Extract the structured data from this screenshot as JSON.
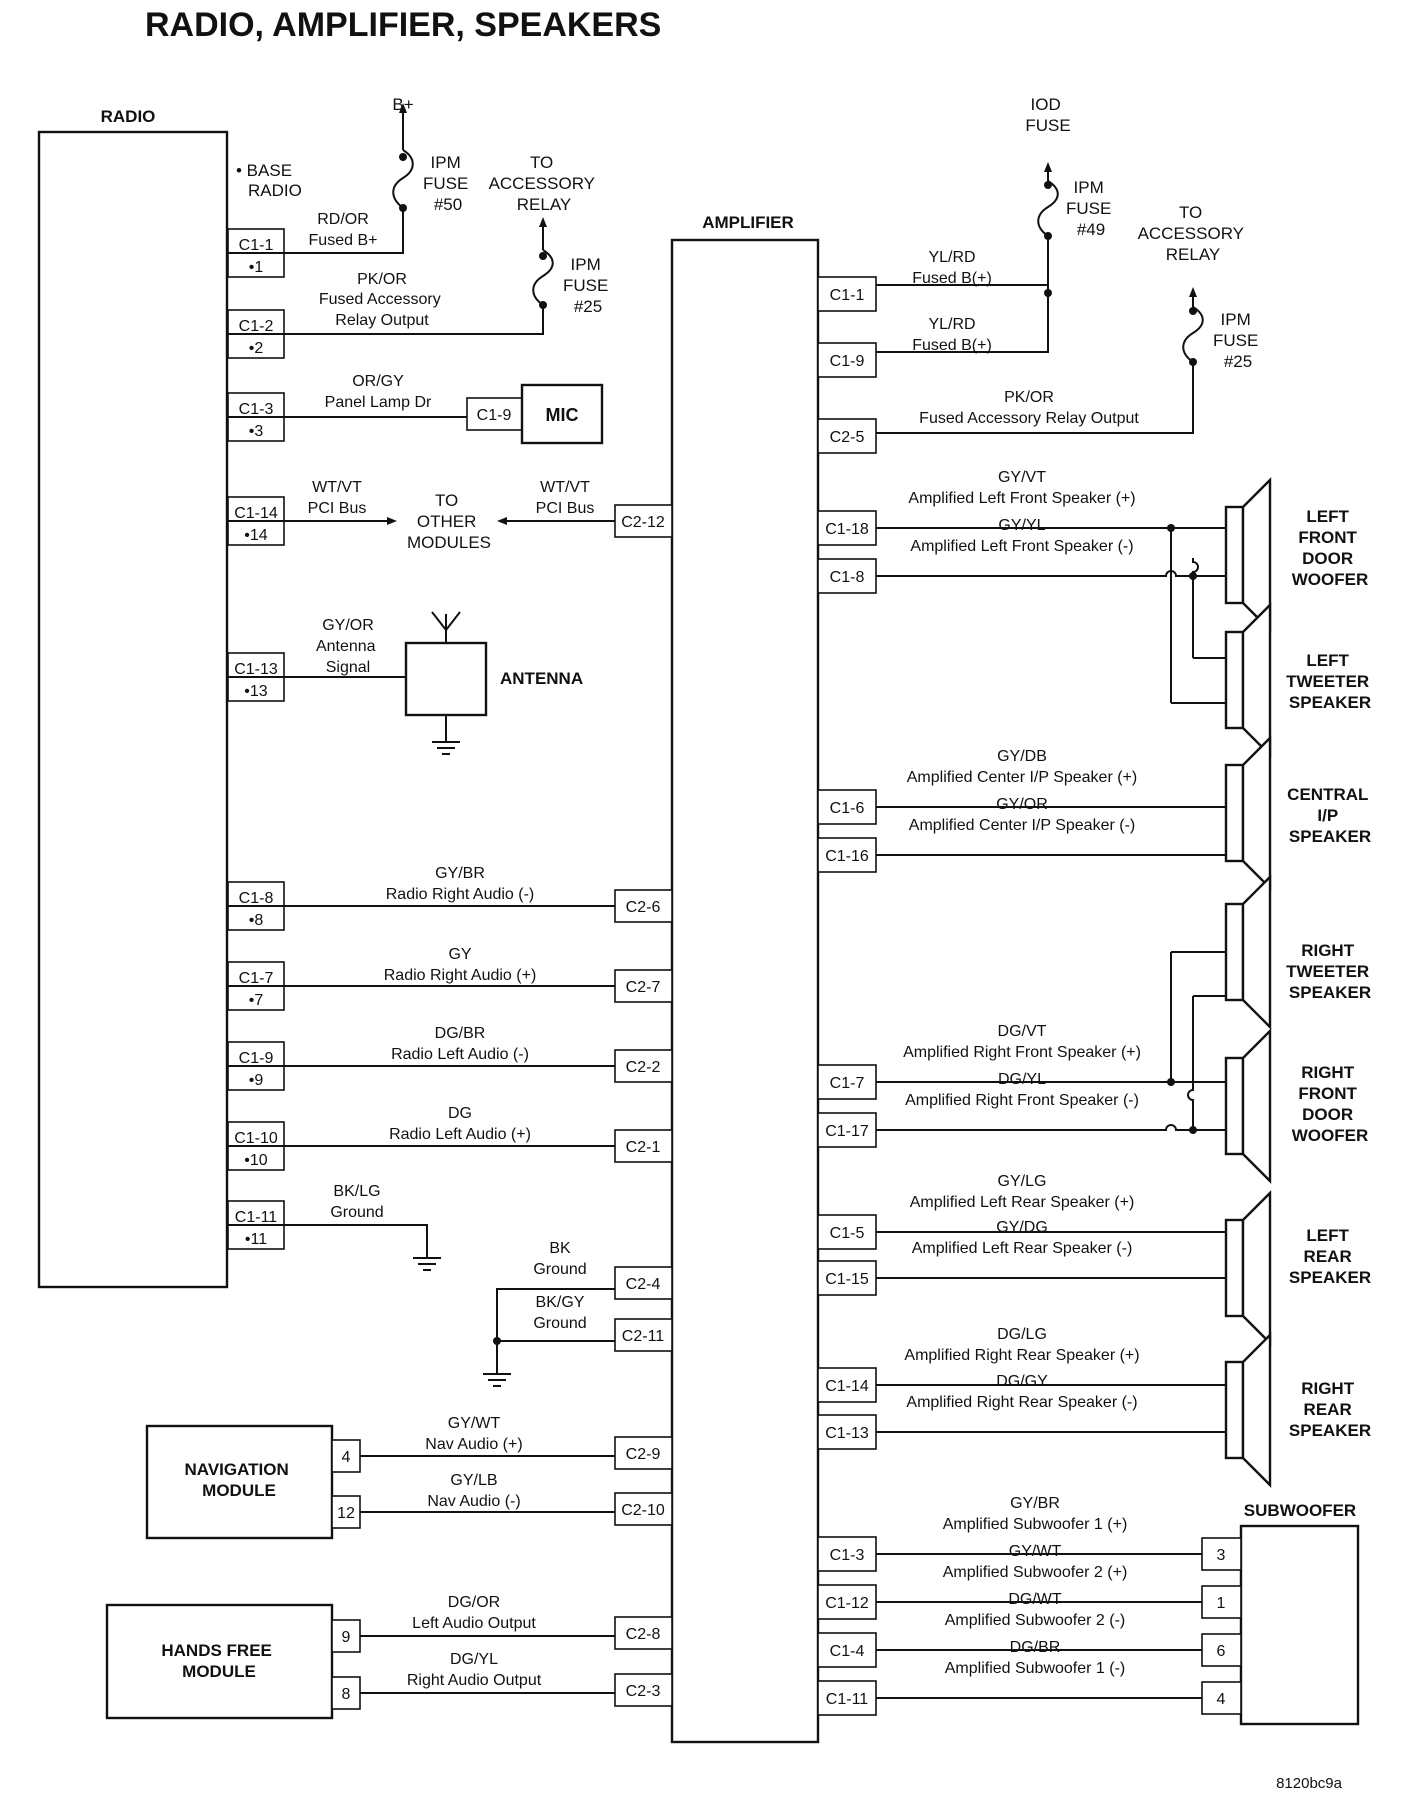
{
  "title": "RADIO, AMPLIFIER, SPEAKERS",
  "figure_id": "8120bc9a",
  "components": {
    "radio": "RADIO",
    "base_radio": [
      "• BASE",
      "RADIO"
    ],
    "amplifier": "AMPLIFIER",
    "mic": "MIC",
    "antenna": "ANTENNA",
    "navigation_module": [
      "NAVIGATION",
      "MODULE"
    ],
    "hands_free_module": [
      "HANDS FREE",
      "MODULE"
    ],
    "subwoofer": "SUBWOOFER",
    "to_other_modules": [
      "TO",
      "OTHER",
      "MODULES"
    ],
    "b_plus": "B+",
    "iod_fuse": [
      "IOD",
      "FUSE"
    ],
    "ipm_fuse_50": [
      "IPM",
      "FUSE",
      "#50"
    ],
    "ipm_fuse_25_left": [
      "IPM",
      "FUSE",
      "#25"
    ],
    "ipm_fuse_49": [
      "IPM",
      "FUSE",
      "#49"
    ],
    "ipm_fuse_25_right": [
      "IPM",
      "FUSE",
      "#25"
    ],
    "to_accessory_relay_left": [
      "TO",
      "ACCESSORY",
      "RELAY"
    ],
    "to_accessory_relay_right": [
      "TO",
      "ACCESSORY",
      "RELAY"
    ]
  },
  "speakers": [
    {
      "id": "lf-woofer",
      "label": [
        "LEFT",
        "FRONT",
        "DOOR",
        "WOOFER"
      ]
    },
    {
      "id": "l-tweeter",
      "label": [
        "LEFT",
        "TWEETER",
        "SPEAKER"
      ]
    },
    {
      "id": "center",
      "label": [
        "CENTRAL",
        "I/P",
        "SPEAKER"
      ]
    },
    {
      "id": "r-tweeter",
      "label": [
        "RIGHT",
        "TWEETER",
        "SPEAKER"
      ]
    },
    {
      "id": "rf-woofer",
      "label": [
        "RIGHT",
        "FRONT",
        "DOOR",
        "WOOFER"
      ]
    },
    {
      "id": "l-rear",
      "label": [
        "LEFT",
        "REAR",
        "SPEAKER"
      ]
    },
    {
      "id": "r-rear",
      "label": [
        "RIGHT",
        "REAR",
        "SPEAKER"
      ]
    }
  ],
  "radio_circuits": [
    {
      "pin": "C1-1",
      "sub": "•1",
      "color": "RD/OR",
      "desc": "Fused B+"
    },
    {
      "pin": "C1-2",
      "sub": "•2",
      "color": "PK/OR",
      "desc": [
        "Fused Accessory",
        "Relay Output"
      ]
    },
    {
      "pin": "C1-3",
      "sub": "•3",
      "color": "OR/GY",
      "desc": "Panel Lamp Dr",
      "mic_pin": "C1-9"
    },
    {
      "pin": "C1-14",
      "sub": "•14",
      "color": "WT/VT",
      "desc": "PCI Bus"
    },
    {
      "pin": "C1-13",
      "sub": "•13",
      "color": "GY/OR",
      "desc": [
        "Antenna",
        "Signal"
      ]
    },
    {
      "pin": "C1-8",
      "sub": "•8",
      "color": "GY/BR",
      "desc": "Radio Right Audio (-)",
      "amp_pin": "C2-6"
    },
    {
      "pin": "C1-7",
      "sub": "•7",
      "color": "GY",
      "desc": "Radio Right Audio (+)",
      "amp_pin": "C2-7"
    },
    {
      "pin": "C1-9",
      "sub": "•9",
      "color": "DG/BR",
      "desc": "Radio Left Audio (-)",
      "amp_pin": "C2-2"
    },
    {
      "pin": "C1-10",
      "sub": "•10",
      "color": "DG",
      "desc": "Radio Left Audio (+)",
      "amp_pin": "C2-1"
    },
    {
      "pin": "C1-11",
      "sub": "•11",
      "color": "BK/LG",
      "desc": "Ground"
    }
  ],
  "amp_left_circuits": [
    {
      "pin": "C2-12",
      "color": "WT/VT",
      "desc": "PCI Bus"
    },
    {
      "pin": "C2-4",
      "color": "BK",
      "desc": "Ground"
    },
    {
      "pin": "C2-11",
      "color": "BK/GY",
      "desc": "Ground"
    },
    {
      "pin": "C2-9",
      "color": "GY/WT",
      "desc": "Nav Audio (+)",
      "module_pin": "4"
    },
    {
      "pin": "C2-10",
      "color": "GY/LB",
      "desc": "Nav Audio (-)",
      "module_pin": "12"
    },
    {
      "pin": "C2-8",
      "color": "DG/OR",
      "desc": "Left Audio Output",
      "module_pin": "9"
    },
    {
      "pin": "C2-3",
      "color": "DG/YL",
      "desc": "Right Audio Output",
      "module_pin": "8"
    }
  ],
  "amp_right_circuits": [
    {
      "pin": "C1-1",
      "color": "YL/RD",
      "desc": "Fused B(+)"
    },
    {
      "pin": "C1-9",
      "color": "YL/RD",
      "desc": "Fused B(+)"
    },
    {
      "pin": "C2-5",
      "color": "PK/OR",
      "desc": "Fused Accessory Relay Output"
    },
    {
      "pin": "C1-18",
      "color": "GY/VT",
      "desc": "Amplified Left Front Speaker (+)"
    },
    {
      "pin": "C1-8",
      "color": "GY/YL",
      "desc": "Amplified Left Front Speaker (-)"
    },
    {
      "pin": "C1-6",
      "color": "GY/DB",
      "desc": "Amplified Center I/P Speaker (+)"
    },
    {
      "pin": "C1-16",
      "color": "GY/OR",
      "desc": "Amplified Center I/P Speaker (-)"
    },
    {
      "pin": "C1-7",
      "color": "DG/VT",
      "desc": "Amplified Right Front Speaker (+)"
    },
    {
      "pin": "C1-17",
      "color": "DG/YL",
      "desc": "Amplified Right Front Speaker (-)"
    },
    {
      "pin": "C1-5",
      "color": "GY/LG",
      "desc": "Amplified Left Rear Speaker (+)"
    },
    {
      "pin": "C1-15",
      "color": "GY/DG",
      "desc": "Amplified Left Rear Speaker (-)"
    },
    {
      "pin": "C1-14",
      "color": "DG/LG",
      "desc": "Amplified Right Rear Speaker (+)"
    },
    {
      "pin": "C1-13",
      "color": "DG/GY",
      "desc": "Amplified Right Rear Speaker (-)"
    },
    {
      "pin": "C1-3",
      "color": "GY/BR",
      "desc": "Amplified Subwoofer 1 (+)",
      "sub_pin": "3"
    },
    {
      "pin": "C1-12",
      "color": "GY/WT",
      "desc": "Amplified Subwoofer 2 (+)",
      "sub_pin": "1"
    },
    {
      "pin": "C1-4",
      "color": "DG/WT",
      "desc": "Amplified Subwoofer 2 (-)",
      "sub_pin": "6"
    },
    {
      "pin": "C1-11",
      "color": "DG/BR",
      "desc": "Amplified Subwoofer 1 (-)",
      "sub_pin": "4"
    }
  ]
}
